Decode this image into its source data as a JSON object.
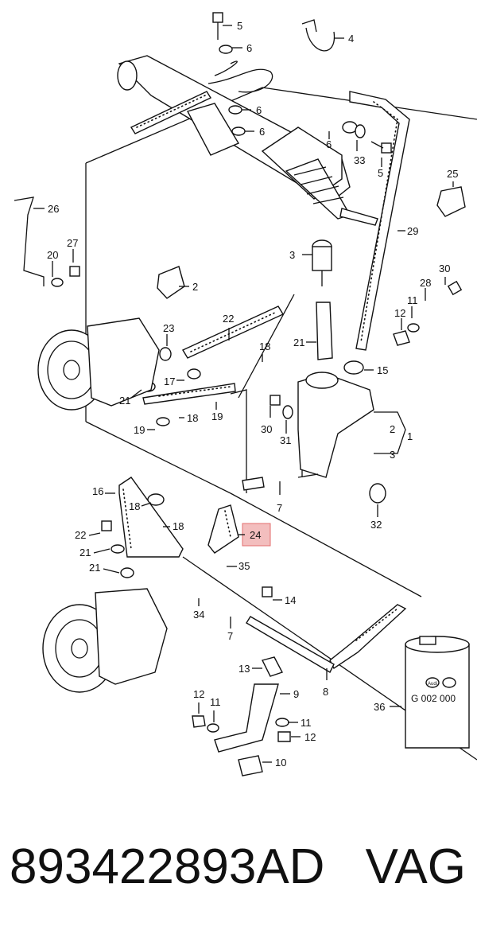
{
  "callouts": [
    "5",
    "6",
    "6",
    "6",
    "5",
    "6",
    "33",
    "4",
    "29",
    "25",
    "26",
    "27",
    "20",
    "2",
    "3",
    "21",
    "23",
    "22",
    "18",
    "21",
    "17",
    "19",
    "18",
    "19",
    "30",
    "31",
    "2",
    "1",
    "3",
    "15",
    "30",
    "28",
    "11",
    "12",
    "16",
    "18",
    "18",
    "22",
    "21",
    "21",
    "24",
    "7",
    "32",
    "35",
    "34",
    "7",
    "14",
    "13",
    "9",
    "8",
    "12",
    "11",
    "11",
    "12",
    "10",
    "36"
  ],
  "can": {
    "brand_label": "Audi",
    "part_code": "G 002 000"
  },
  "footer": {
    "part_number": "893422893AD",
    "brand": "VAG"
  },
  "highlight_color": "#f2b8b8"
}
